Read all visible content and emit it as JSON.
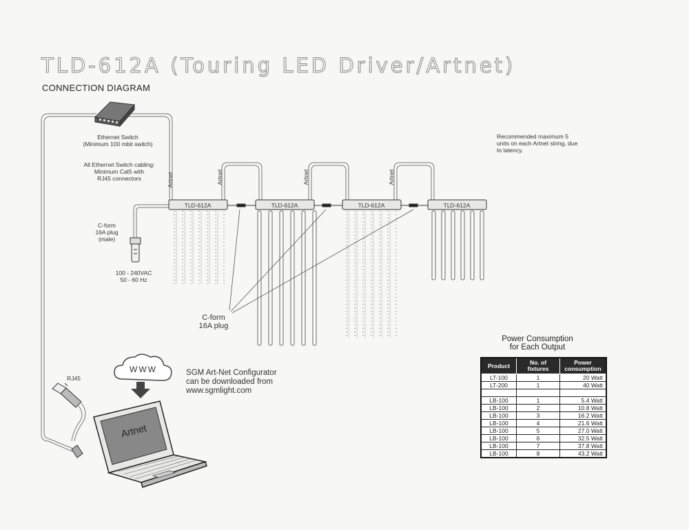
{
  "title": "TLD-612A (Touring LED Driver/Artnet)",
  "subtitle": "CONNECTION DIAGRAM",
  "switch": {
    "label_line1": "Ethernet Switch",
    "label_line2": "(Minimum 100 mbit switch)"
  },
  "cabling": {
    "line1": "All Ethernet Switch cabling:",
    "line2": "Minimum Cat5 with",
    "line3": "RJ45 connectors"
  },
  "plug_male": {
    "line1": "C-form",
    "line2": "16A plug",
    "line3": "(male)"
  },
  "power_input": {
    "line1": "100 - 240VAC",
    "line2": "50 - 60 Hz"
  },
  "recommend_note": {
    "line1": "Recommended maximum 5",
    "line2": "units on each Artnet string, due",
    "line3": "to latency."
  },
  "artnet_label": "Artnet",
  "driver_label": "TLD-612A",
  "cform_callout": {
    "line1": "C-form",
    "line2": "16A plug"
  },
  "rj45_label": "RJ45",
  "www_label": "WWW",
  "configurator": {
    "line1": "SGM Art-Net Configurator",
    "line2": "can be downloaded from",
    "line3": "www.sgmlight.com"
  },
  "laptop_screen_text": "Artnet",
  "power_table": {
    "title_line1": "Power Consumption",
    "title_line2": "for Each Output",
    "headers": [
      "Product",
      "No. of fixtures",
      "Power consumption"
    ],
    "rows": [
      [
        "LT-100",
        "1",
        "20 Watt"
      ],
      [
        "LT-200",
        "1",
        "40 Watt"
      ],
      [
        "",
        "",
        ""
      ],
      [
        "LB-100",
        "1",
        "5.4 Watt"
      ],
      [
        "LB-100",
        "2",
        "10.8 Watt"
      ],
      [
        "LB-100",
        "3",
        "16.2 Watt"
      ],
      [
        "LB-100",
        "4",
        "21.6 Watt"
      ],
      [
        "LB-100",
        "5",
        "27.0 Watt"
      ],
      [
        "LB-100",
        "6",
        "32.5 Watt"
      ],
      [
        "LB-100",
        "7",
        "37.8 Watt"
      ],
      [
        "LB-100",
        "8",
        "43.2 Watt"
      ]
    ]
  }
}
